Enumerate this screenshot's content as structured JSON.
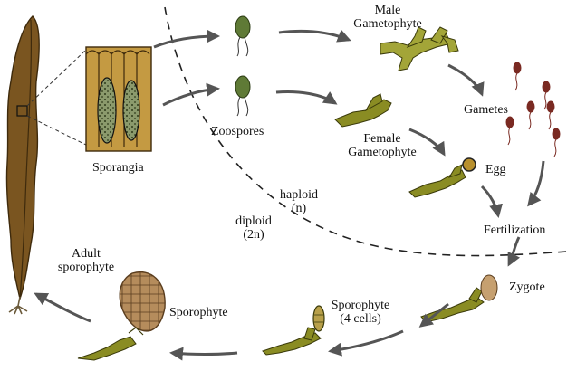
{
  "labels": {
    "sporangia": "Sporangia",
    "zoospores": "Zoospores",
    "male_line1": "Male",
    "male_line2": "Gametophyte",
    "female_line1": "Female",
    "female_line2": "Gametophyte",
    "gametes": "Gametes",
    "egg": "Egg",
    "fertilization": "Fertilization",
    "zygote": "Zygote",
    "sporophyte_4_line1": "Sporophyte",
    "sporophyte_4_line2": "(4 cells)",
    "sporophyte": "Sporophyte",
    "adult_line1": "Adult",
    "adult_line2": "sporophyte",
    "haploid_line1": "haploid",
    "haploid_line2": "(n)",
    "diploid_line1": "diploid",
    "diploid_line2": "(2n)"
  },
  "colors": {
    "kelp": "#7a5520",
    "kelp_dark": "#3e2a0c",
    "gametophyte": "#8a8c23",
    "gametophyte_dark": "#3a3a0a",
    "zoospore": "#5f7a36",
    "gamete": "#7a2a22",
    "egg": "#b8902e",
    "arrow": "#555555"
  }
}
